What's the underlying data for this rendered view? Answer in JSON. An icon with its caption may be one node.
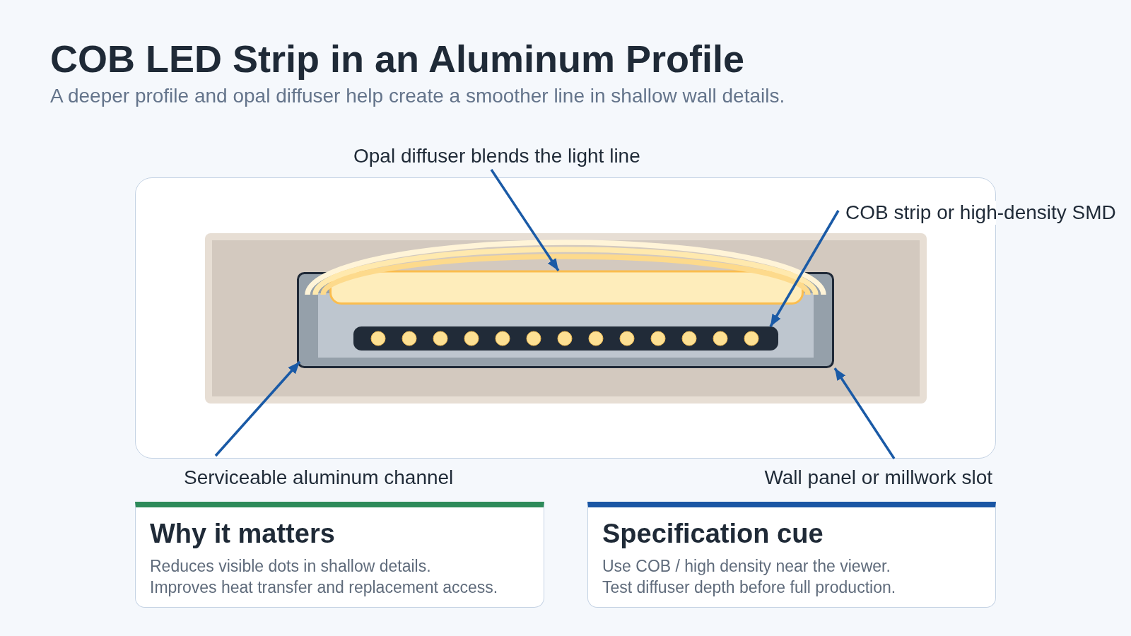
{
  "diagram": {
    "title": "COB LED Strip in an Aluminum Profile",
    "nodes": [
      {
        "text": [
          "Opal diffuser blends the light line"
        ]
      },
      {
        "text": [
          "COB strip or high-density SMD"
        ]
      },
      {
        "text": [],
        "shape": "box"
      },
      {
        "text": [],
        "shape": "box",
        "in": 2
      },
      {
        "text": [],
        "shape": "bar",
        "in": 3
      },
      {
        "text": [],
        "shape": "bar",
        "in": 3
      },
      {
        "text": [
          "Serviceable aluminum channel"
        ]
      },
      {
        "text": [
          "Wall panel or millwork slot"
        ]
      },
      {
        "text": [
          "Why it matters",
          "Reduces visible dots in shallow details.",
          "Improves heat transfer and replacement access."
        ]
      },
      {
        "text": [
          "Specification cue",
          "Use COB / high density near the viewer.",
          "Test diffuser depth before full production."
        ]
      }
    ],
    "edges": [
      {
        "from": 0,
        "to": 4,
        "arrow": "to"
      },
      {
        "from": 1,
        "to": 5,
        "arrow": "to"
      },
      {
        "from": 6,
        "to": 3,
        "arrow": "to"
      },
      {
        "from": 7,
        "to": 2,
        "arrow": "to"
      }
    ],
    "labels": [
      "A deeper profile and opal diffuser help create a smoother line in shallow wall details."
    ]
  }
}
